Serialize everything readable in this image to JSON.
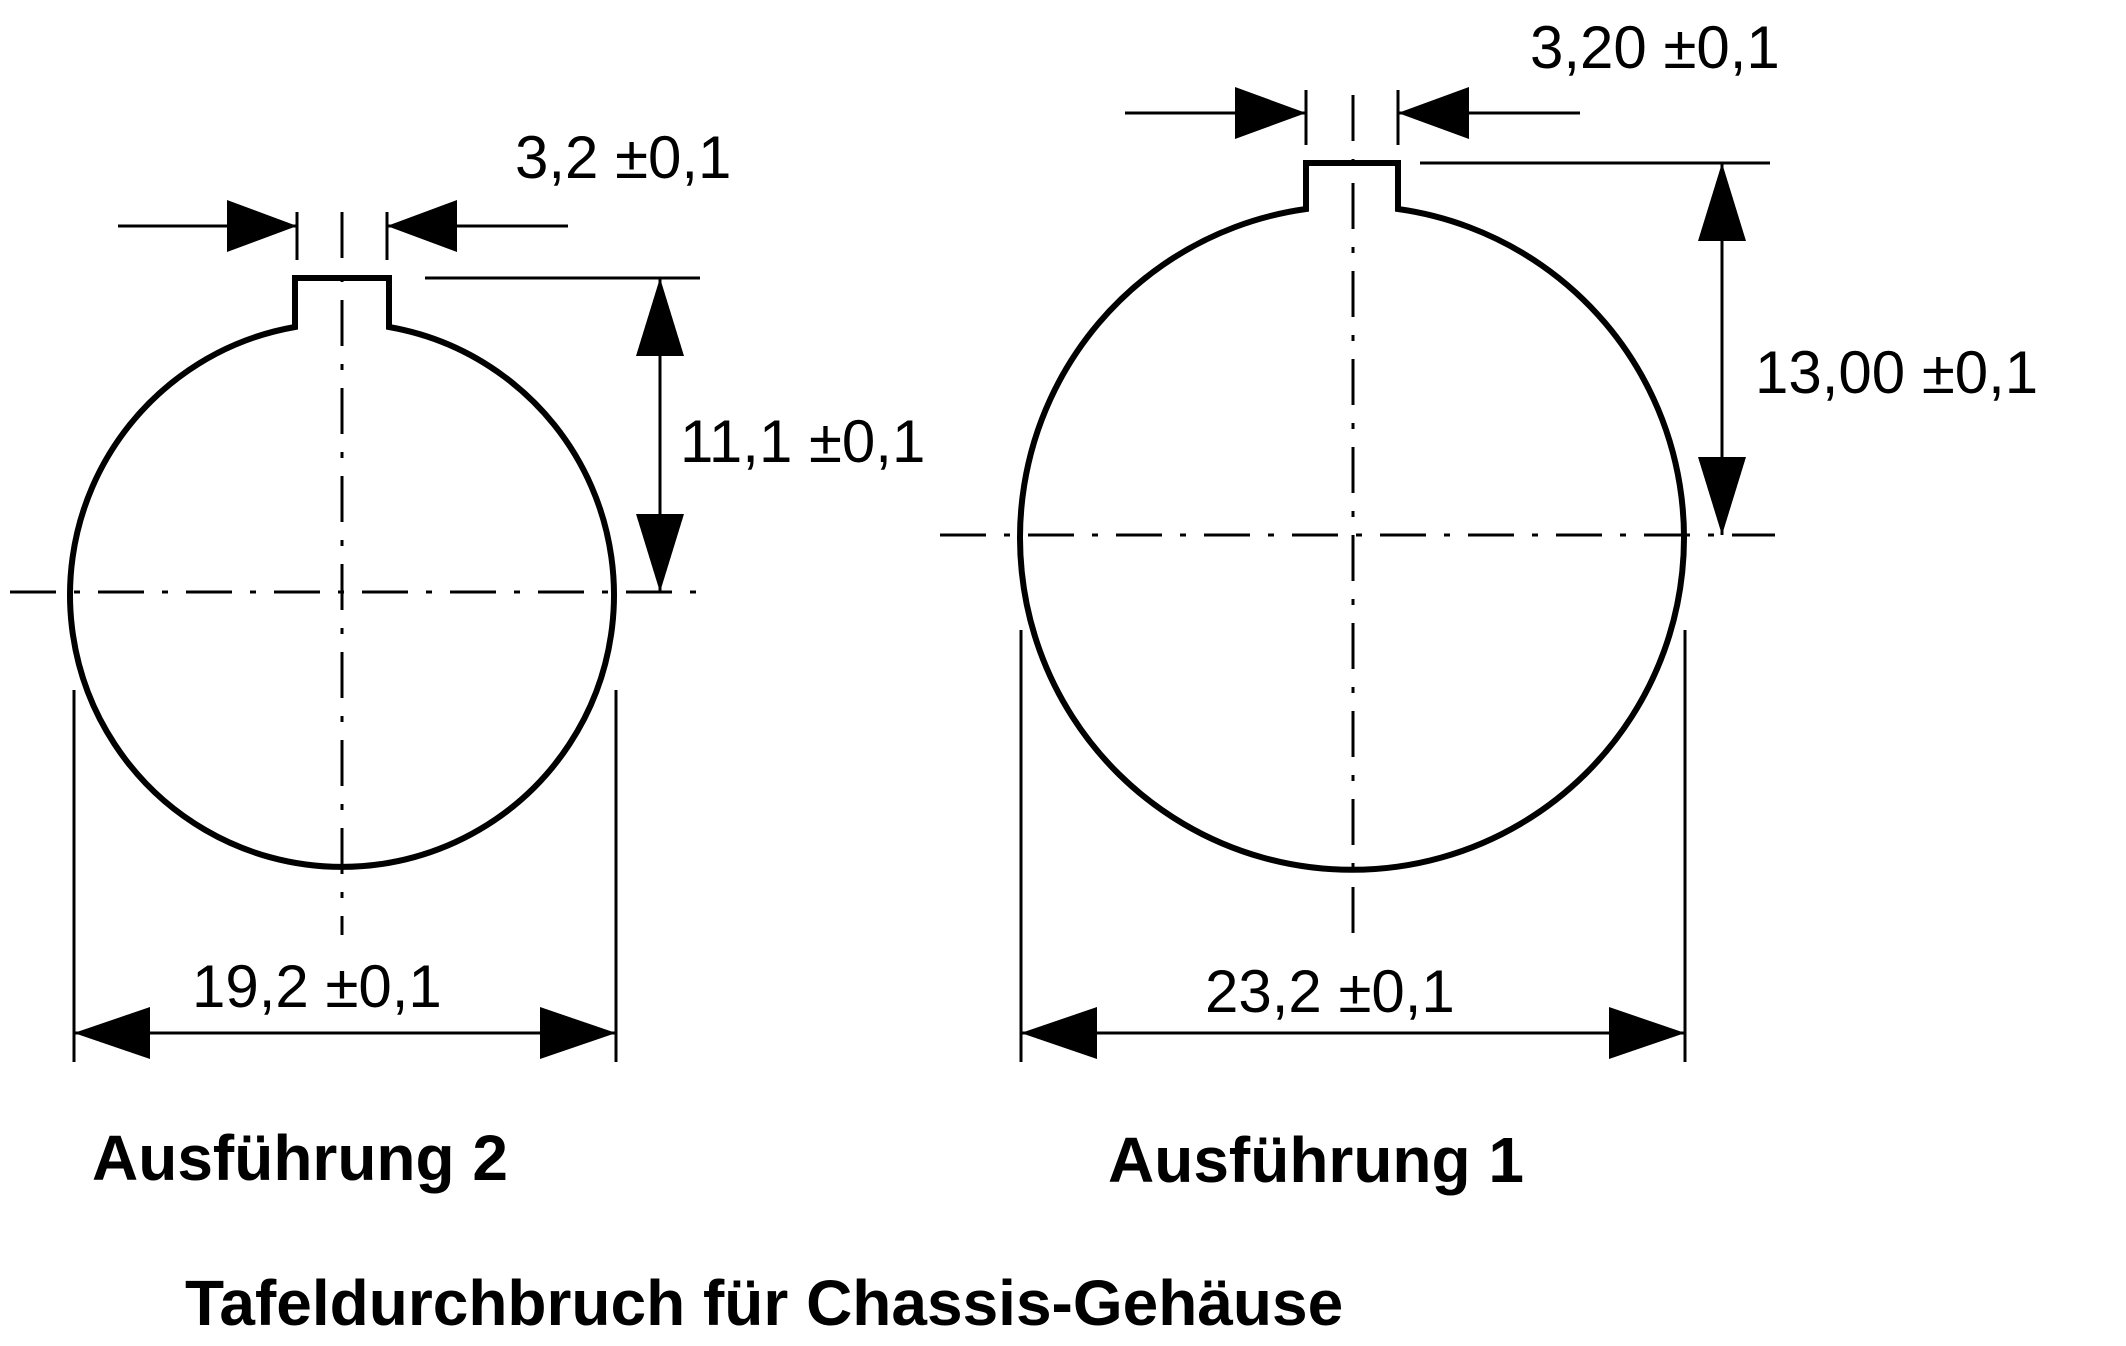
{
  "figure": {
    "caption": "Tafeldurchbruch für Chassis-Gehäuse",
    "variants": [
      {
        "label": "Ausführung 2",
        "key_width": "3,2 ±0,1",
        "key_height": "11,1 ±0,1",
        "diameter": "19,2 ±0,1"
      },
      {
        "label": "Ausführung 1",
        "key_width": "3,20 ±0,1",
        "key_height": "13,00 ±0,1",
        "diameter": "23,2 ±0,1"
      }
    ]
  }
}
